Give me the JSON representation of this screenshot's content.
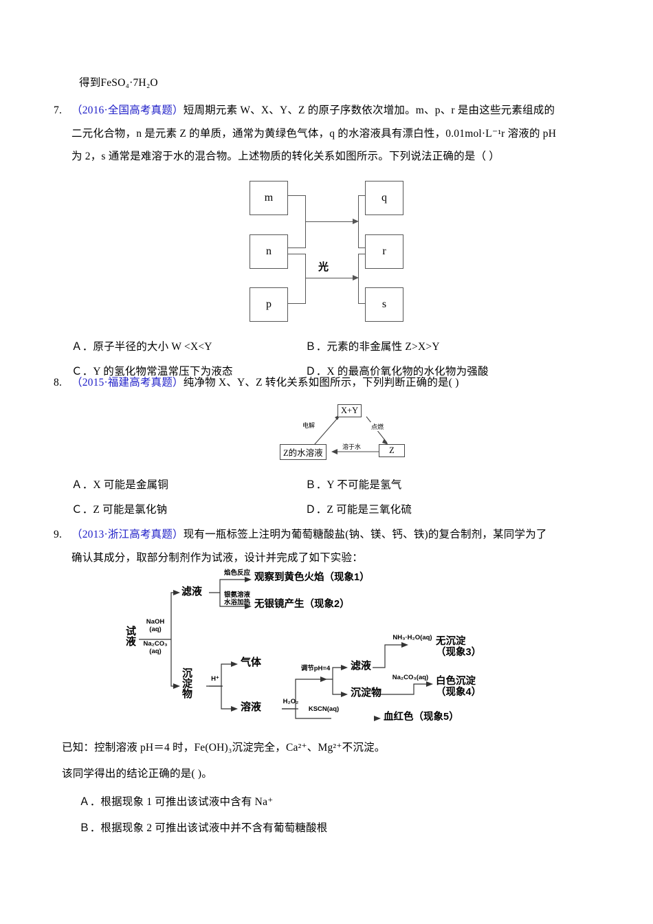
{
  "page": {
    "top_fragment": "得到FeSO₄·7H₂O"
  },
  "questions": [
    {
      "number": "7.",
      "source": "（2016·全国高考真题）",
      "stem_line1": "短周期元素 W、X、Y、Z 的原子序数依次增加。m、p、r 是由这些元素组成的",
      "stem_line2": "二元化合物，n 是元素 Z 的单质，通常为黄绿色气体，q 的水溶液具有漂白性，0.01mol·L⁻¹r 溶液的 pH",
      "stem_line3": "为 2，s 通常是难溶于水的混合物。上述物质的转化关系如图所示。下列说法正确的是（      ）",
      "diagram": {
        "type": "conversion-box-diagram",
        "left_boxes": [
          "m",
          "n",
          "p"
        ],
        "right_boxes": [
          "q",
          "r",
          "s"
        ],
        "arrow_label": "光"
      },
      "options": [
        "Ａ．原子半径的大小 W <X<Y",
        "Ｂ．元素的非金属性 Z>X>Y",
        "Ｃ．Y 的氢化物常温常压下为液态",
        "Ｄ．X 的最高价氧化物的水化物为强酸"
      ]
    },
    {
      "number": "8.",
      "source": "（2015·福建高考真题）",
      "stem_line1": "纯净物 X、Y、Z 转化关系如图所示，下列判断正确的是(      )",
      "diagram": {
        "type": "triangle-conversion",
        "top_box": "X+Y",
        "left_box": "Z的水溶液",
        "right_box": "Z",
        "label_left": "电解",
        "label_right": "点燃",
        "label_bottom": "溶于水"
      },
      "options": [
        "Ａ．X 可能是金属铜",
        "Ｂ．Y 不可能是氢气",
        "Ｃ．Z 可能是氯化钠",
        "Ｄ．Z 可能是三氧化硫"
      ]
    },
    {
      "number": "9.",
      "source": "（2013·浙江高考真题）",
      "stem_line1": "现有一瓶标签上注明为葡萄糖酸盐(钠、镁、钙、铁)的复合制剂，某同学为了",
      "stem_line2": "确认其成分，取部分制剂作为试液，设计并完成了如下实验：",
      "flowchart": {
        "start_node": "试液",
        "start_reagent_top": "NaOH",
        "start_reagent_top2": "(aq)",
        "start_reagent_bottom": "Na₂CO₃",
        "start_reagent_bottom2": "(aq)",
        "node_filtrate": "滤液",
        "node_precipitate": "沉淀物",
        "node_gas": "气体",
        "node_solution": "溶液",
        "node_filtrate2": "滤液",
        "node_precipitate2": "沉淀物",
        "reagent_flame": "焰色反应",
        "reagent_silver1": "银氨溶液",
        "reagent_silver2": "水浴加热",
        "reagent_h": "H⁺",
        "reagent_h2o2": "H₂O₂",
        "reagent_ph": "调节pH=4",
        "reagent_kscn": "KSCN(aq)",
        "reagent_nh3": "NH₃·H₂O(aq)",
        "reagent_na2co3": "Na₂CO₃(aq)",
        "result1": "观察到黄色火焰（现象1）",
        "result2": "无银镜产生（现象2）",
        "result3a": "无沉淀",
        "result3b": "（现象3）",
        "result4a": "白色沉淀",
        "result4b": "（现象4）",
        "result5": "血红色（现象5）"
      },
      "known_line": "已知：控制溶液 pH＝4 时，Fe(OH)₃沉淀完全，Ca²⁺、Mg²⁺不沉淀。",
      "ask_line": "该同学得出的结论正确的是(      )。",
      "options": [
        "Ａ．根据现象 1 可推出该试液中含有 Na⁺",
        "Ｂ．根据现象 2 可推出该试液中并不含有葡萄糖酸根"
      ]
    }
  ],
  "colors": {
    "source_blue": "#2020c8",
    "diagram_stroke": "#555555",
    "text": "#000000"
  }
}
